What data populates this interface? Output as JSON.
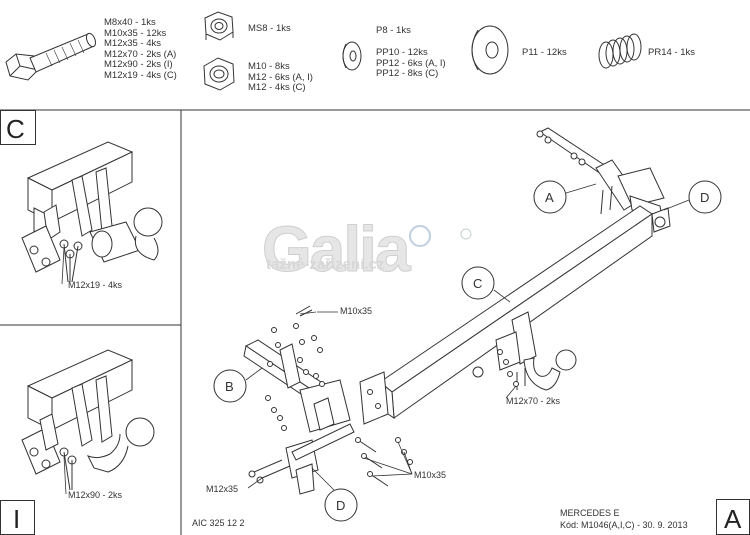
{
  "parts": {
    "bolts": [
      "M8x40 - 1ks",
      "M10x35 - 12ks",
      "M12x35 - 4ks",
      "M12x70 - 2ks (A)",
      "M12x90 - 2ks (I)",
      "M12x19 - 4ks (C)"
    ],
    "nut_ms8": "MS8 - 1ks",
    "nuts": [
      "M10 - 8ks",
      "M12 - 6ks (A, I)",
      "M12 - 4ks (C)"
    ],
    "washer_p8": "P8 - 1ks",
    "washers_pp": [
      "PP10 - 12ks",
      "PP12 - 6ks (A, I)",
      "PP12 - 8ks (C)"
    ],
    "washer_p11": "P11 - 12ks",
    "spring_pr14": "PR14 - 1ks"
  },
  "variants": {
    "c_letter": "C",
    "c_label": "M12x19 - 4ks",
    "i_letter": "I",
    "i_label": "M12x90 - 2ks"
  },
  "diagram": {
    "callouts": {
      "a": "A",
      "b": "B",
      "c": "C",
      "d_top": "D",
      "d_bottom": "D"
    },
    "labels": {
      "m10x35_top": "M10x35",
      "m12x70": "M12x70 - 2ks",
      "m12x35": "M12x35",
      "m10x35_bottom": "M10x35"
    },
    "watermark_brand": "Galia",
    "watermark_site": "tažné-zařízení.cz"
  },
  "footer": {
    "code": "AIC 325 12 2",
    "model": "MERCEDES E",
    "kod": "Kód: M1046(A,I,C) - 30. 9. 2013",
    "a_letter": "A"
  }
}
